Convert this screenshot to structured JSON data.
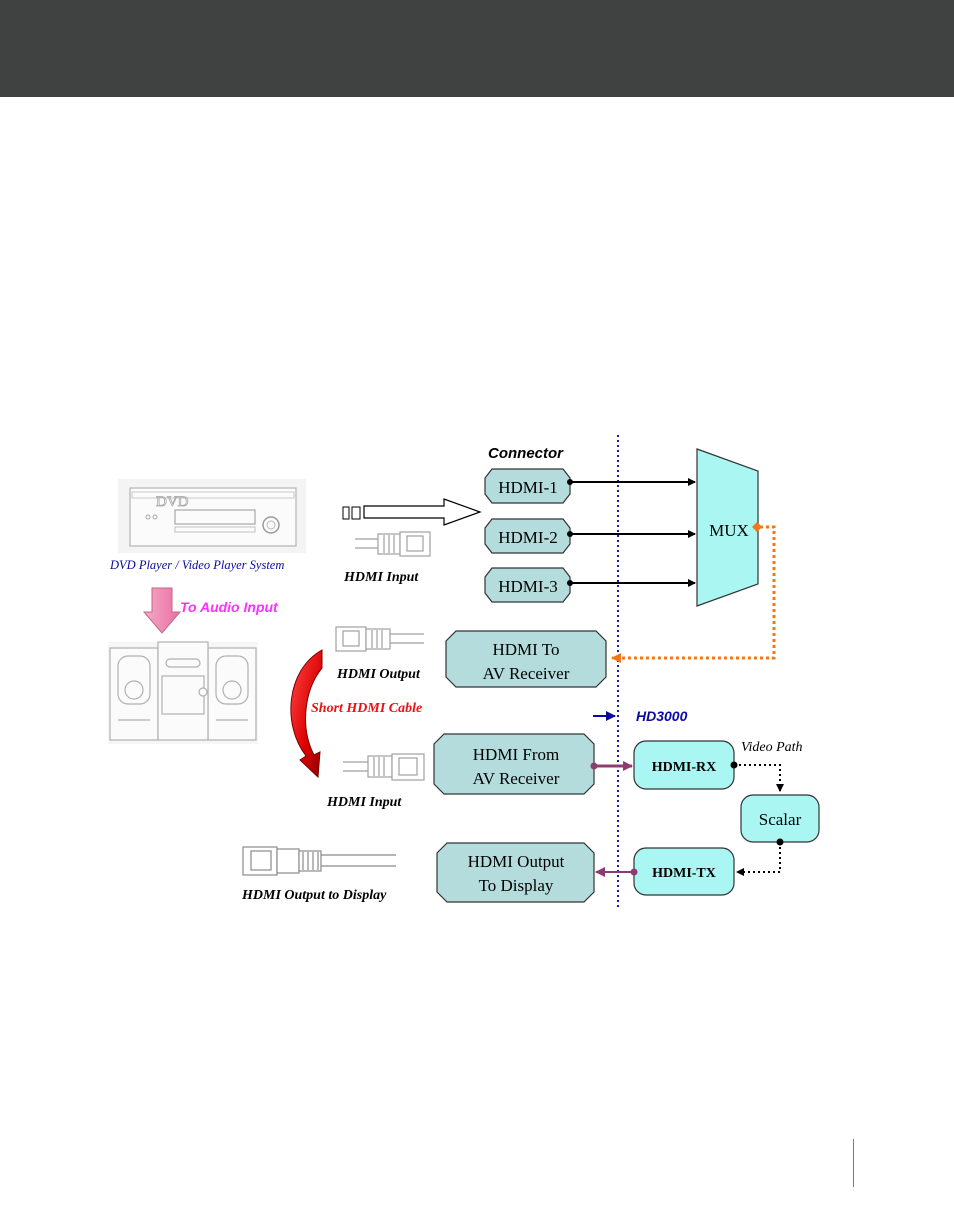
{
  "diagram": {
    "connector_title": "Connector",
    "hdmi_inputs": [
      "HDMI-1",
      "HDMI-2",
      "HDMI-3"
    ],
    "mux_label": "MUX",
    "dvd_logo": "DVD",
    "dvd_caption": "DVD Player / Video Player System",
    "hdmi_input_label_top": "HDMI Input",
    "to_audio_input": "To Audio Input",
    "hdmi_output_label": "HDMI Output",
    "short_cable_label": "Short HDMI Cable",
    "hdmi_input_label_bottom": "HDMI Input",
    "hdmi_output_display_label": "HDMI Output to Display",
    "to_av_receiver": [
      "HDMI To",
      "AV Receiver"
    ],
    "from_av_receiver": [
      "HDMI From",
      "AV Receiver"
    ],
    "output_to_display": [
      "HDMI Output",
      "To Display"
    ],
    "hd3000_label": "HD3000",
    "hdmi_rx": "HDMI-RX",
    "hdmi_tx": "HDMI-TX",
    "scalar": "Scalar",
    "video_path": "Video Path"
  },
  "colors": {
    "header": "#404241",
    "box_fill": "#b4dcdc",
    "cyan_fill": "#aaf6f2",
    "orange": "#f07818",
    "purple": "#8c3c6e",
    "blue_label": "#0a0aa0",
    "magenta": "#ff30ff",
    "red": "#ee1111"
  }
}
